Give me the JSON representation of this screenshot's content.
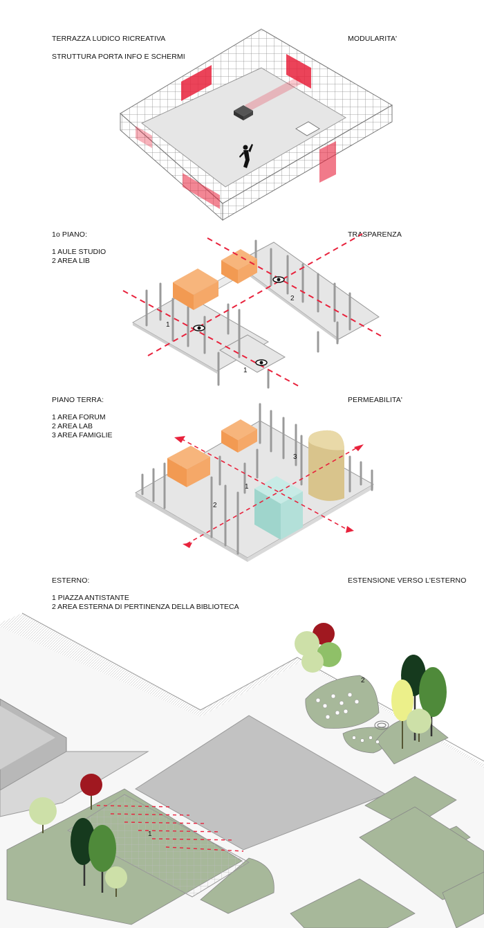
{
  "sections": [
    {
      "title": "TERRAZZA LUDICO RICREATIVA",
      "subtitle": "STRUTTURA PORTA INFO E SCHERMI",
      "concept": "MODULARITA'",
      "items": []
    },
    {
      "title": "1o PIANO:",
      "concept": "TRASPARENZA",
      "items": [
        "1 AULE STUDIO",
        "2 AREA LIB"
      ]
    },
    {
      "title": "PIANO TERRA:",
      "concept": "PERMEABILITA'",
      "items": [
        "1 AREA FORUM",
        "2 AREA LAB",
        "3 AREA FAMIGLIE"
      ]
    },
    {
      "title": "ESTERNO:",
      "concept": "ESTENSIONE VERSO L'ESTERNO",
      "items": [
        "1 PIAZZA ANTISTANTE",
        "2 AREA ESTERNA DI PERTINENZA DELLA BIBLIOTECA"
      ]
    }
  ],
  "markers": {
    "first_floor": [
      "1",
      "1",
      "2"
    ],
    "ground_floor": [
      "1",
      "2",
      "3"
    ],
    "exterior": [
      "1",
      "2"
    ]
  },
  "colors": {
    "accent_red": "#e8223c",
    "grid_stroke": "#8a8a8a",
    "slab": "#e6e6e6",
    "orange_box": "#f4a15c",
    "teal_box": "#a8dcd4",
    "sand_cylinder": "#d9c48c",
    "lawn": "#a7b89a",
    "plaza": "#c2c2c2"
  }
}
